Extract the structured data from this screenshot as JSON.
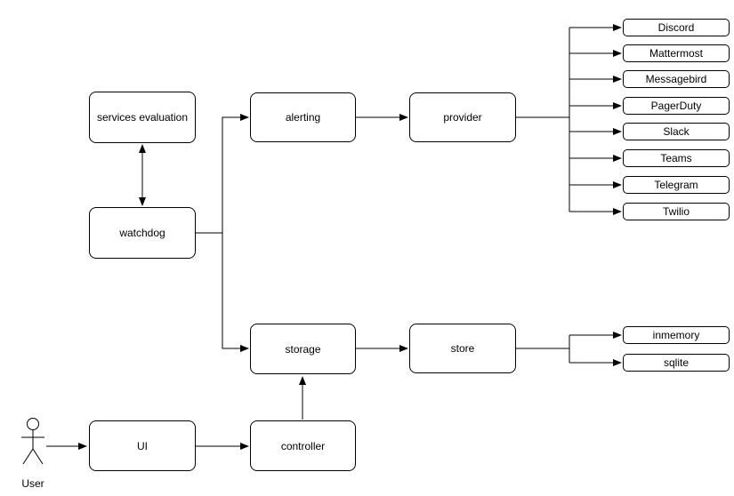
{
  "diagram": {
    "nodes": {
      "services_evaluation": "services evaluation",
      "watchdog": "watchdog",
      "alerting": "alerting",
      "provider": "provider",
      "storage": "storage",
      "store": "store",
      "ui": "UI",
      "controller": "controller",
      "user": "User"
    },
    "providers": [
      "Discord",
      "Mattermost",
      "Messagebird",
      "PagerDuty",
      "Slack",
      "Teams",
      "Telegram",
      "Twilio"
    ],
    "stores": [
      "inmemory",
      "sqlite"
    ],
    "line_color": "#000000",
    "box_background": "#ffffff"
  }
}
